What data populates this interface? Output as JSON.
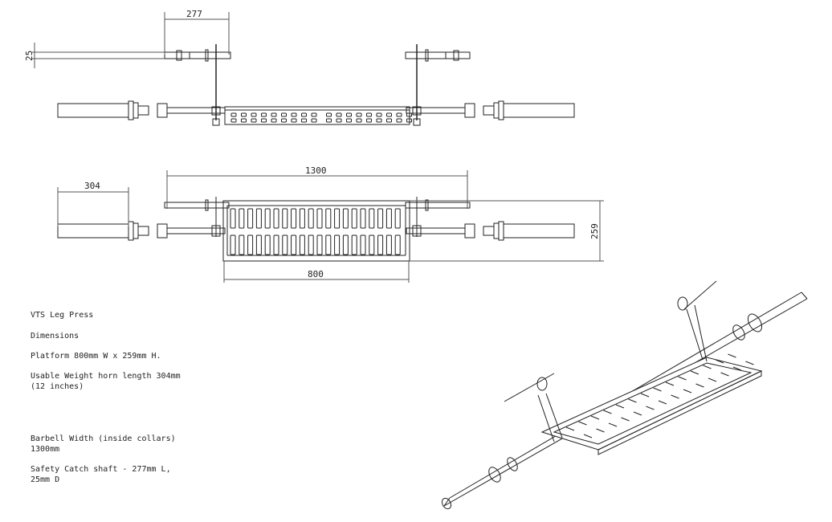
{
  "dimensions": {
    "catch_length": "277",
    "catch_diameter": "25",
    "barbell_width": "1300",
    "horn_length": "304",
    "platform_width": "800",
    "platform_height": "259"
  },
  "notes": {
    "title": "VTS Leg Press",
    "heading": "Dimensions",
    "platform": "Platform 800mm W x 259mm H.",
    "horn": "Usable Weight horn length 304mm\n(12 inches)",
    "barbell": "Barbell Width (inside collars)\n1300mm",
    "catch": "Safety Catch shaft - 277mm L,\n25mm D"
  },
  "colors": {
    "line": "#222222",
    "dim": "#555555"
  }
}
